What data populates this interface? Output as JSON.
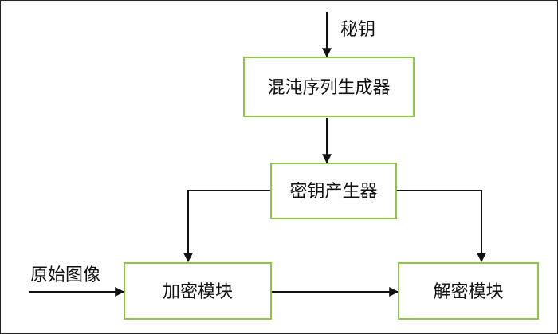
{
  "diagram": {
    "nodes": {
      "chaos_generator": "混沌序列生成器",
      "key_generator": "密钥产生器",
      "encryption_module": "加密模块",
      "decryption_module": "解密模块"
    },
    "inputs": {
      "secret_key": "秘钥",
      "original_image": "原始图像"
    },
    "edges": [
      {
        "from": "secret_key",
        "to": "chaos_generator"
      },
      {
        "from": "chaos_generator",
        "to": "key_generator"
      },
      {
        "from": "key_generator",
        "to": "encryption_module"
      },
      {
        "from": "key_generator",
        "to": "decryption_module"
      },
      {
        "from": "original_image",
        "to": "encryption_module"
      },
      {
        "from": "encryption_module",
        "to": "decryption_module"
      }
    ],
    "colors": {
      "box_border": "#8dc63f",
      "line": "#111111"
    }
  }
}
